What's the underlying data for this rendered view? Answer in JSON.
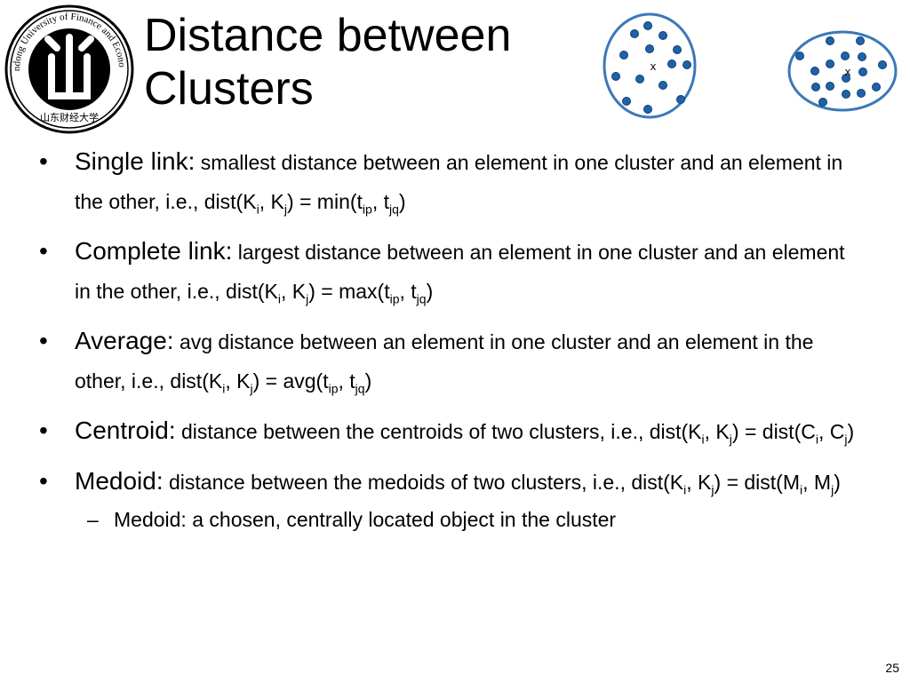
{
  "logo": {
    "ring_text": "Shandong University of Finance and Economics",
    "chinese_text": "山东财经大学",
    "colors": {
      "ink": "#000000",
      "paper": "#ffffff"
    }
  },
  "title": {
    "line1": "Distance between",
    "line2": "Clusters"
  },
  "diagram": {
    "centroid_marker": "x",
    "colors": {
      "outline": "#3b78b8",
      "point": "#1f62a8"
    }
  },
  "bullets": [
    {
      "term": "Single link:",
      "text": "smallest distance between an element in one cluster and an element in the other, i.e., dist(K",
      "s1": "i",
      "t2": ", K",
      "s2": "j",
      "t3": ") = min(t",
      "s3": "ip",
      "t4": ", t",
      "s4": "jq",
      "t5": ")"
    },
    {
      "term": "Complete link:",
      "text": "largest distance between an element in one cluster and an element in the other, i.e., dist(K",
      "s1": "i",
      "t2": ", K",
      "s2": "j",
      "t3": ") = max(t",
      "s3": "ip",
      "t4": ", t",
      "s4": "jq",
      "t5": ")"
    },
    {
      "term": "Average:",
      "text": "avg distance between an element in one cluster and an element in the other, i.e., dist(K",
      "s1": "i",
      "t2": ", K",
      "s2": "j",
      "t3": ") = avg(t",
      "s3": "ip",
      "t4": ", t",
      "s4": "jq",
      "t5": ")"
    },
    {
      "term": "Centroid:",
      "text": "distance between the centroids of two clusters, i.e., dist(K",
      "s1": "i",
      "t2": ", K",
      "s2": "j",
      "t3": ") = dist(C",
      "s3": "i",
      "t4": ", C",
      "s4": "j",
      "t5": ")"
    },
    {
      "term": "Medoid:",
      "text": "distance between the medoids of two clusters, i.e., dist(K",
      "s1": "i",
      "t2": ", K",
      "s2": "j",
      "t3": ") = dist(M",
      "s3": "i",
      "t4": ", M",
      "s4": "j",
      "t5": ")"
    }
  ],
  "sub_bullet": "Medoid: a chosen, centrally located object in the cluster",
  "page_number": "25"
}
